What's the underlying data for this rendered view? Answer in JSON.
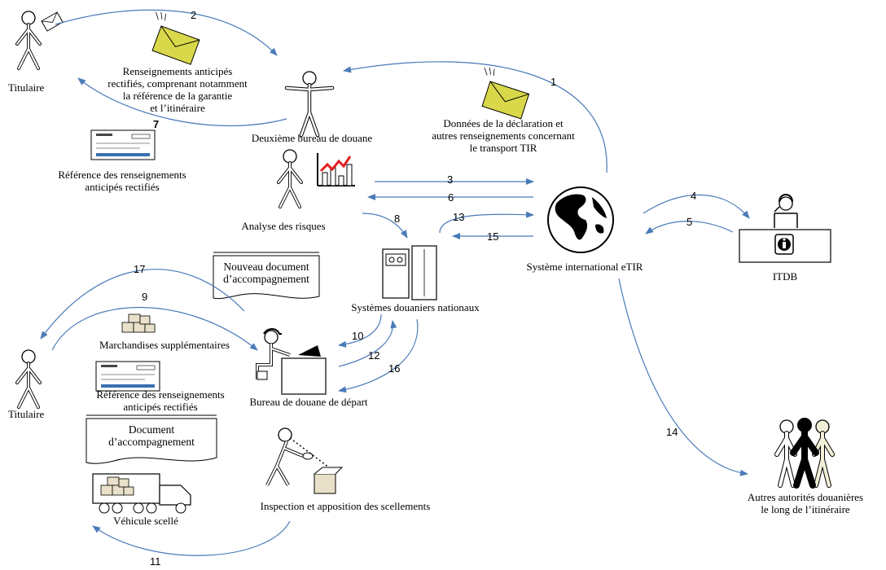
{
  "labels": {
    "titulaire_top": "Titulaire",
    "renseignements_rectifies": [
      "Renseignements anticipés",
      "rectifiés, comprenant notamment",
      "la référence de la garantie",
      "et l’itinéraire"
    ],
    "deuxieme_bureau": "Deuxième bureau de douane",
    "donnees_declaration": [
      "Données de la déclaration et",
      "autres renseignements concernant",
      "le transport TIR"
    ],
    "reference_rectifies_top": [
      "Référence des renseignements",
      "anticipés rectifiés"
    ],
    "analyse_risques": "Analyse des risques",
    "systeme_etir": "Système international eTIR",
    "itdb": "ITDB",
    "nouveau_document": [
      "Nouveau document",
      "d’accompagnement"
    ],
    "systemes_nationaux": "Systèmes douaniers nationaux",
    "marchandises_supp": "Marchandises supplémentaires",
    "reference_rectifies_bottom": [
      "Référence des renseignements",
      "anticipés rectifiés"
    ],
    "bureau_depart": "Bureau de douane de départ",
    "titulaire_bottom": "Titulaire",
    "document_accompagnement": [
      "Document",
      "d’accompagnement"
    ],
    "vehicule_scelle": "Véhicule scellé",
    "inspection": "Inspection et apposition des scellements",
    "autres_autorites": [
      "Autres autorités douanières",
      "le long de l’itinéraire"
    ]
  },
  "steps": {
    "s1": "1",
    "s2": "2",
    "s3": "3",
    "s4": "4",
    "s5": "5",
    "s6": "6",
    "s7": "7",
    "s8": "8",
    "s9": "9",
    "s10": "10",
    "s11": "11",
    "s12": "12",
    "s13": "13",
    "s14": "14",
    "s15": "15",
    "s16": "16",
    "s17": "17"
  },
  "colors": {
    "arrow": "#4a7ab8",
    "envelope": "#d8d84a",
    "chart_line": "#e02020"
  }
}
